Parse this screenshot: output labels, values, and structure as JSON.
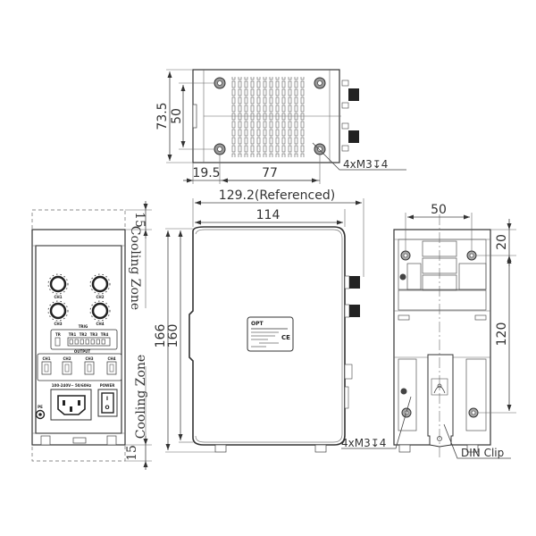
{
  "top_view": {
    "dim_height_outer": "73.5",
    "dim_height_inner": "50",
    "dim_left_offset": "19.5",
    "dim_hole_spacing": "77",
    "callout_screw": "4xM3↧4"
  },
  "front_view": {
    "dim_top_clearance": "15",
    "dim_bottom_clearance": "15",
    "label_cooling_top": "Cooling Zone",
    "label_cooling_bottom": "Cooling Zone",
    "knobs": [
      "CH1",
      "CH2",
      "CH3",
      "CH4"
    ],
    "trigger_label": "TRIG",
    "trigger_channels": [
      "TR1",
      "TR2",
      "TR3",
      "TR4"
    ],
    "tr_switch_label": "TR",
    "output_label": "OUTPUT",
    "output_ports": [
      "CH1",
      "CH2",
      "CH3",
      "CH4"
    ],
    "power_input_label": "100-240V~ 50/60Hz",
    "power_switch_label": "POWER",
    "power_switch_on": "I",
    "power_switch_off": "O",
    "ground_label": "PE"
  },
  "side_view": {
    "dim_overall_length": "129.2(Referenced)",
    "dim_body_length": "114",
    "dim_overall_height": "166",
    "dim_body_height": "160",
    "callout_screw": "4xM3↧4",
    "nameplate": {
      "brand": "OPT",
      "mark": "CE"
    }
  },
  "back_view": {
    "dim_hole_spacing": "50",
    "dim_top_offset": "20",
    "dim_vertical_spacing": "120",
    "callout_din": "DIN Clip"
  }
}
